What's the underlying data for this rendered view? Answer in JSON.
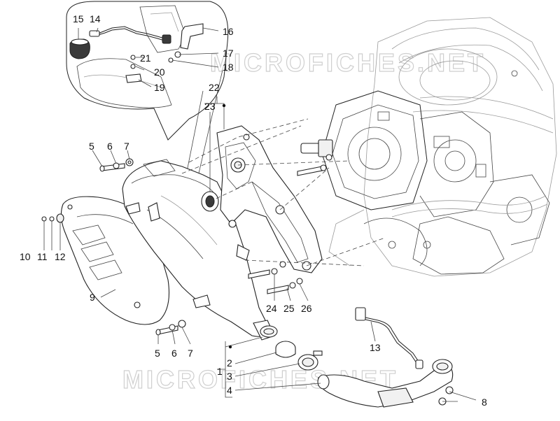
{
  "watermark": {
    "upper": "MICROFICHES.NET",
    "lower": "MICROFICHES.NET"
  },
  "callouts": {
    "n1": "1",
    "n2": "2",
    "n3": "3",
    "n4": "4",
    "n5a": "5",
    "n5b": "5",
    "n6a": "6",
    "n6b": "6",
    "n7a": "7",
    "n7b": "7",
    "n8": "8",
    "n9": "9",
    "n10": "10",
    "n11": "11",
    "n12": "12",
    "n13": "13",
    "n14": "14",
    "n15": "15",
    "n16": "16",
    "n17": "17",
    "n18": "18",
    "n19": "19",
    "n20": "20",
    "n21": "21",
    "n22": "22",
    "n23": "23",
    "n24": "24",
    "n25": "25",
    "n26": "26"
  }
}
